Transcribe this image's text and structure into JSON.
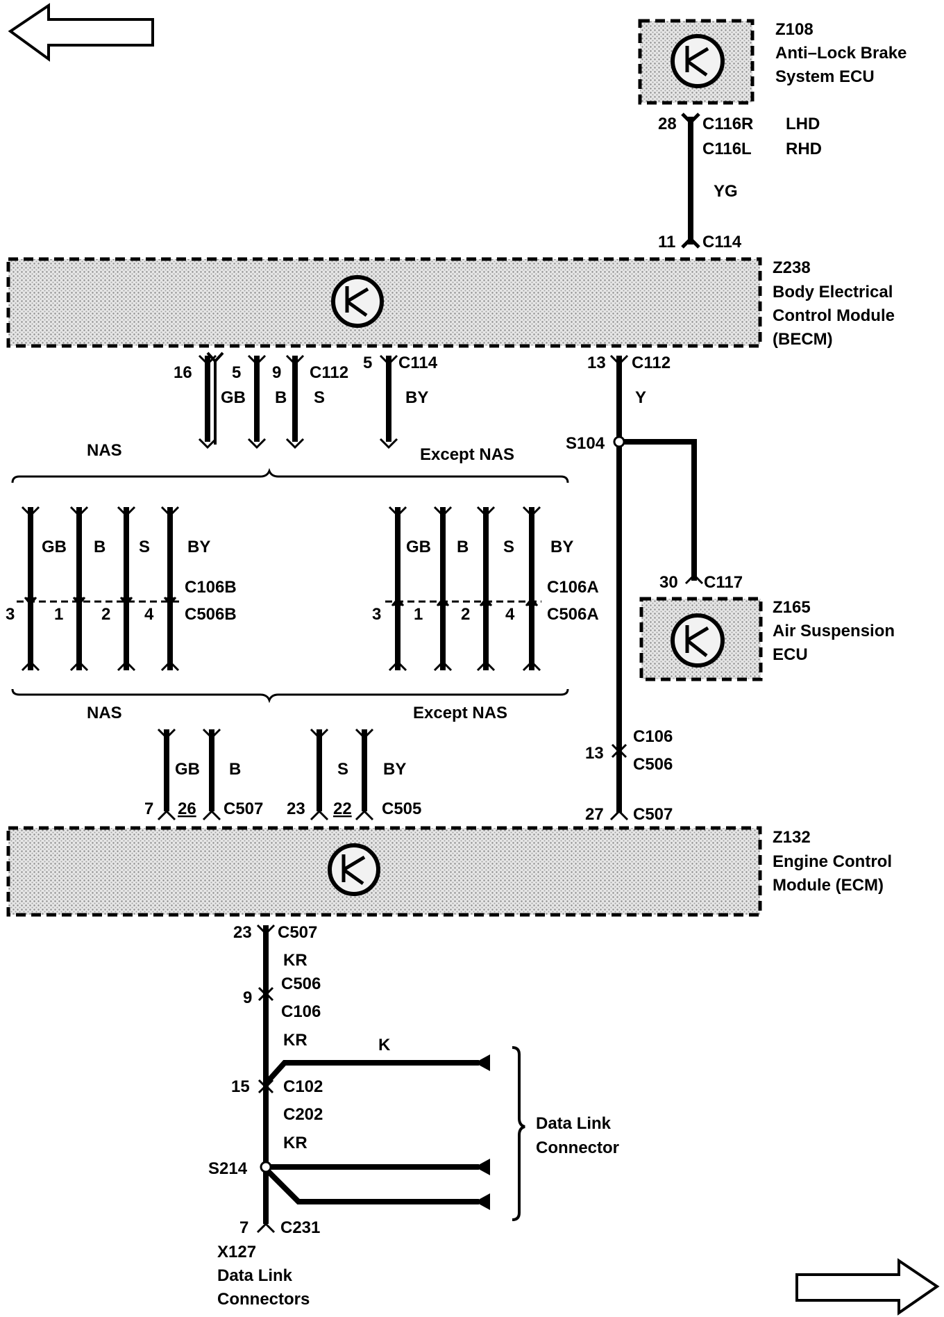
{
  "navigation": {
    "back_label": "",
    "forward_label": ""
  },
  "modules": {
    "abs": {
      "id": "Z108",
      "line1": "Anti–Lock Brake",
      "line2": "System ECU"
    },
    "becm": {
      "id": "Z238",
      "line1": "Body Electrical",
      "line2": "Control Module",
      "line3": "(BECM)"
    },
    "air": {
      "id": "Z165",
      "line1": "Air Suspension",
      "line2": "ECU"
    },
    "ecm": {
      "id": "Z132",
      "line1": "Engine Control",
      "line2": "Module (ECM)"
    }
  },
  "abs_connection": {
    "pin_top": "28",
    "conn_r": "C116R",
    "lhd": "LHD",
    "conn_l": "C116L",
    "rhd": "RHD",
    "wire": "YG",
    "pin_bottom": "11",
    "conn_bottom": "C114"
  },
  "becm_outputs": {
    "pin16": "16",
    "pin5": "5",
    "gb": "GB",
    "pin9": "9",
    "b": "B",
    "c112": "C112",
    "s": "S",
    "pin5b": "5",
    "c114": "C114",
    "by": "BY",
    "pin13": "13",
    "c112b": "C112",
    "y": "Y",
    "s104": "S104"
  },
  "groups": {
    "nas_top": "NAS",
    "except_top": "Except NAS",
    "nas_bottom": "NAS",
    "except_bottom": "Except NAS"
  },
  "inline_nas": {
    "gb": "GB",
    "b": "B",
    "s": "S",
    "by": "BY",
    "p3": "3",
    "p1": "1",
    "p2": "2",
    "p4": "4",
    "conn_top": "C106B",
    "conn_bottom": "C506B"
  },
  "inline_except": {
    "gb": "GB",
    "b": "B",
    "s": "S",
    "by": "BY",
    "p3": "3",
    "p1": "1",
    "p2": "2",
    "p4": "4",
    "conn_top": "C106A",
    "conn_bottom": "C506A"
  },
  "air_connection": {
    "pin": "30",
    "conn": "C117"
  },
  "y_splice": {
    "pin13": "13",
    "c106": "C106",
    "c506": "C506",
    "pin27": "27",
    "c507": "C507"
  },
  "ecm_inputs": {
    "gb": "GB",
    "b": "B",
    "s": "S",
    "by": "BY",
    "pin7": "7",
    "pin26": "26",
    "c507": "C507",
    "pin23": "23",
    "pin22": "22",
    "c505": "C505"
  },
  "ecm_output": {
    "pin23": "23",
    "c507": "C507",
    "kr1": "KR",
    "pin9": "9",
    "c506": "C506",
    "c106": "C106",
    "kr2": "KR",
    "k": "K",
    "pin15": "15",
    "c102": "C102",
    "c202": "C202",
    "kr3": "KR",
    "s214": "S214",
    "pin7": "7",
    "c231": "C231"
  },
  "data_link": {
    "label_line1": "Data Link",
    "label_line2": "Connector",
    "x127": "X127",
    "conn_line1": "Data Link",
    "conn_line2": "Connectors"
  }
}
